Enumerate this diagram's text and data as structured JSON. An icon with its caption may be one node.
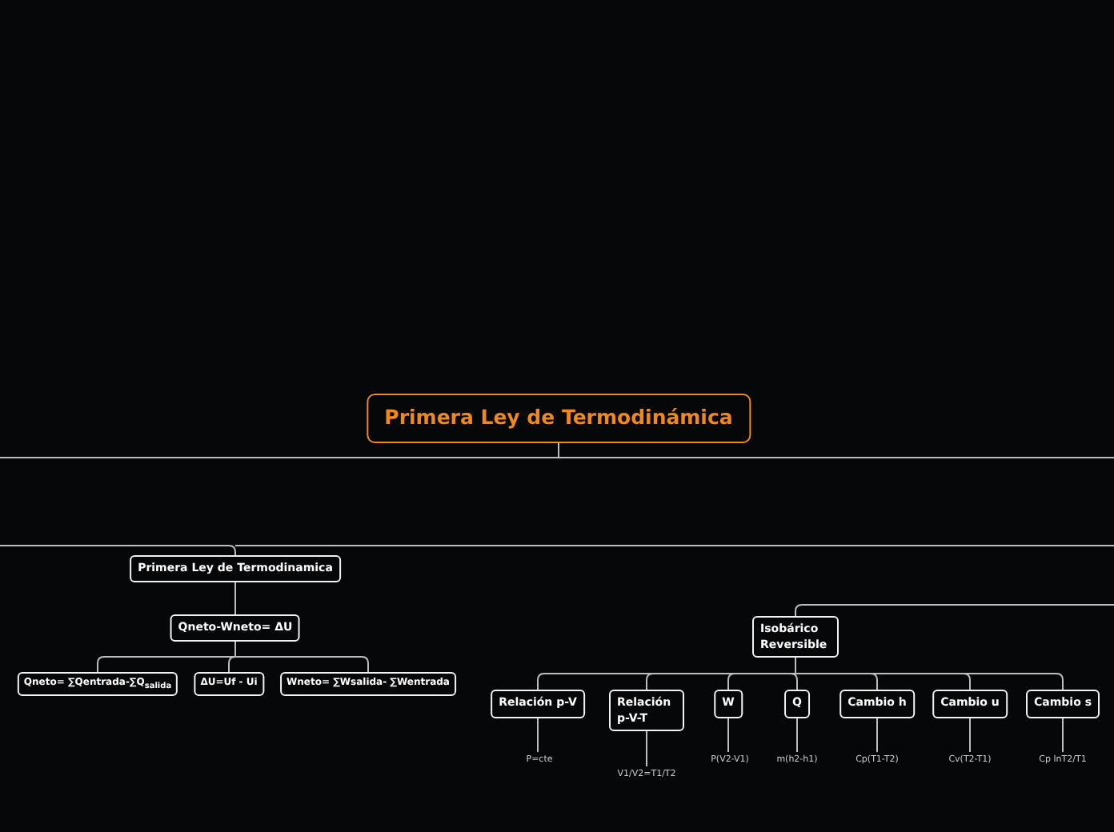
{
  "diagram": {
    "nodes": [
      {
        "text": [
          "Primera Ley de Termodinámica"
        ]
      },
      {
        "text": [
          "Primera Ley de Termodinamica"
        ]
      },
      {
        "text": [
          "Qneto-Wneto= ΔU"
        ]
      },
      {
        "text": [
          "Qneto= ∑Qentrada-∑Q$_{salida}$"
        ]
      },
      {
        "text": [
          "ΔU=Uf - Ui"
        ]
      },
      {
        "text": [
          "Wneto= ∑Wsalida- ∑Wentrada"
        ]
      },
      {
        "text": [
          "Isobárico Reversible"
        ]
      },
      {
        "text": [
          "Relación p-V"
        ]
      },
      {
        "text": [
          "Relación p-V-T"
        ]
      },
      {
        "text": [
          "W"
        ]
      },
      {
        "text": [
          "Q"
        ]
      },
      {
        "text": [
          "Cambio h"
        ]
      },
      {
        "text": [
          "Cambio u"
        ]
      },
      {
        "text": [
          "Cambio s"
        ]
      },
      {
        "text": [
          "P=cte"
        ]
      },
      {
        "text": [
          "V1/V2=T1/T2"
        ]
      },
      {
        "text": [
          "P(V2-V1)"
        ]
      },
      {
        "text": [
          "m(h2-h1)"
        ]
      },
      {
        "text": [
          "Cp(T1-T2)"
        ]
      },
      {
        "text": [
          "Cv(T2-T1)"
        ]
      },
      {
        "text": [
          "Cp lnT2/T1"
        ]
      }
    ],
    "edges": [
      {
        "from": 0,
        "to": null,
        "arrow": "none"
      },
      {
        "from": null,
        "to": 1,
        "arrow": "none"
      },
      {
        "from": 1,
        "to": 2,
        "arrow": "none"
      },
      {
        "from": 2,
        "to": 3,
        "arrow": "none"
      },
      {
        "from": 2,
        "to": 4,
        "arrow": "none"
      },
      {
        "from": 2,
        "to": 5,
        "arrow": "none"
      },
      {
        "from": null,
        "to": 6,
        "arrow": "none"
      },
      {
        "from": 6,
        "to": 7,
        "arrow": "none"
      },
      {
        "from": 6,
        "to": 8,
        "arrow": "none"
      },
      {
        "from": 6,
        "to": 9,
        "arrow": "none"
      },
      {
        "from": 6,
        "to": 10,
        "arrow": "none"
      },
      {
        "from": 6,
        "to": 11,
        "arrow": "none"
      },
      {
        "from": 6,
        "to": 12,
        "arrow": "none"
      },
      {
        "from": 6,
        "to": 13,
        "arrow": "none"
      },
      {
        "from": 7,
        "to": 14,
        "arrow": "none"
      },
      {
        "from": 8,
        "to": 15,
        "arrow": "none"
      },
      {
        "from": 9,
        "to": 16,
        "arrow": "none"
      },
      {
        "from": 10,
        "to": 17,
        "arrow": "none"
      },
      {
        "from": 11,
        "to": 18,
        "arrow": "none"
      },
      {
        "from": 12,
        "to": 19,
        "arrow": "none"
      },
      {
        "from": 13,
        "to": 20,
        "arrow": "none"
      }
    ]
  }
}
